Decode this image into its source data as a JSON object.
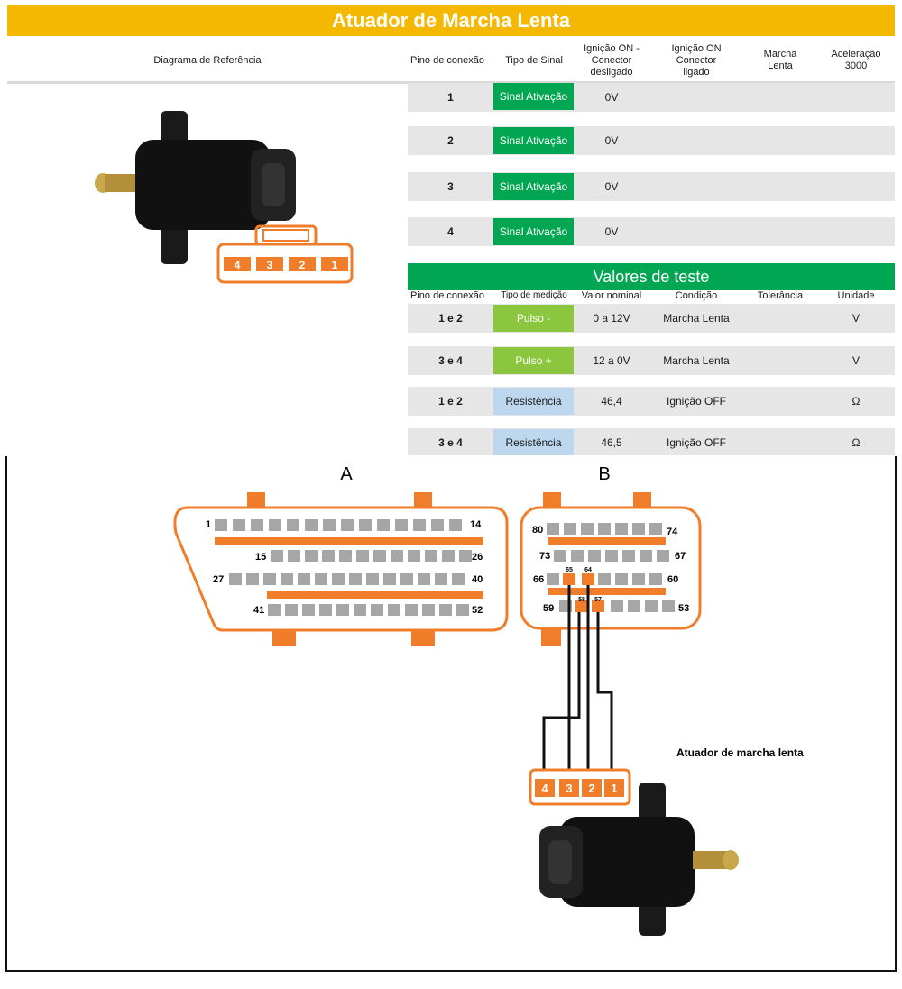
{
  "title": "Atuador de Marcha Lenta",
  "colors": {
    "title": "#f5b800",
    "green": "#00a651",
    "lightgreen": "#8cc63f",
    "lightblue": "#bdd7ee",
    "orange": "#f07d2a",
    "pin_gray": "#a6a6a6"
  },
  "headers": {
    "diagram": "Diagrama de Referência",
    "pin": "Pino de conexão",
    "signal_type": "Tipo de Sinal",
    "ign_off_line1": "Ignição ON -",
    "ign_off_line2": "Conector",
    "ign_off_line3": "desligado",
    "ign_on_line1": "Ignição ON",
    "ign_on_line2": "Conector",
    "ign_on_line3": "ligado",
    "idle_line1": "Marcha",
    "idle_line2": "Lenta",
    "accel_line1": "Aceleração",
    "accel_line2": "3000"
  },
  "signal_rows": [
    {
      "pin": "1",
      "type": "Sinal Ativação",
      "ign_off": "0V"
    },
    {
      "pin": "2",
      "type": "Sinal Ativação",
      "ign_off": "0V"
    },
    {
      "pin": "3",
      "type": "Sinal Ativação",
      "ign_off": "0V"
    },
    {
      "pin": "4",
      "type": "Sinal Ativação",
      "ign_off": "0V"
    }
  ],
  "test_values": {
    "title": "Valores de teste",
    "headers": {
      "pin": "Pino de conexão",
      "measure": "Tipo de medição",
      "nominal": "Valor nominal",
      "condition": "Condição",
      "tolerance": "Tolerância",
      "unit": "Unidade"
    },
    "rows": [
      {
        "pin": "1 e 2",
        "measure": "Pulso -",
        "nominal": "0 a 12V",
        "condition": "Marcha Lenta",
        "unit": "V"
      },
      {
        "pin": "3 e 4",
        "measure": "Pulso +",
        "nominal": "12 a 0V",
        "condition": "Marcha Lenta",
        "unit": "V"
      },
      {
        "pin": "1 e 2",
        "measure": "Resistência",
        "nominal": "46,4",
        "condition": "Ignição OFF",
        "unit": "Ω"
      },
      {
        "pin": "3 e 4",
        "measure": "Resistência",
        "nominal": "46,5",
        "condition": "Ignição OFF",
        "unit": "Ω"
      }
    ]
  },
  "connector_pins_ref": [
    "4",
    "3",
    "2",
    "1"
  ],
  "connector_a": {
    "label": "A",
    "pins": [
      "1",
      "14",
      "15",
      "26",
      "27",
      "40",
      "41",
      "52"
    ]
  },
  "connector_b": {
    "label": "B",
    "pins": [
      "80",
      "74",
      "73",
      "67",
      "66",
      "60",
      "59",
      "53"
    ],
    "highlight": [
      "65",
      "64",
      "58",
      "57"
    ]
  },
  "actuator_label": "Atuador de marcha lenta",
  "actuator_pins": [
    "4",
    "3",
    "2",
    "1"
  ]
}
